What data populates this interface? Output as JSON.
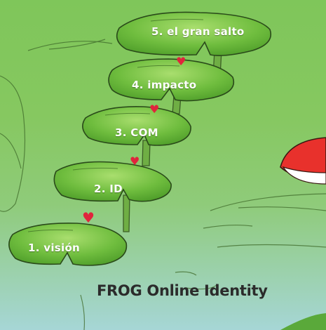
{
  "steps": [
    {
      "label": "1. visión"
    },
    {
      "label": "2. ID"
    },
    {
      "label": "3. COM"
    },
    {
      "label": "4. impacto"
    },
    {
      "label": "5. el gran salto"
    }
  ],
  "caption": "FROG Online Identity",
  "colors": {
    "pad": "#7cc24a",
    "pad_outline": "#2a4a1a",
    "heart": "#e0243c",
    "label": "#ffffff",
    "caption": "#2b2b2b"
  },
  "icons": {
    "heart": "heart-icon",
    "frog_eye": "frog-eye"
  }
}
